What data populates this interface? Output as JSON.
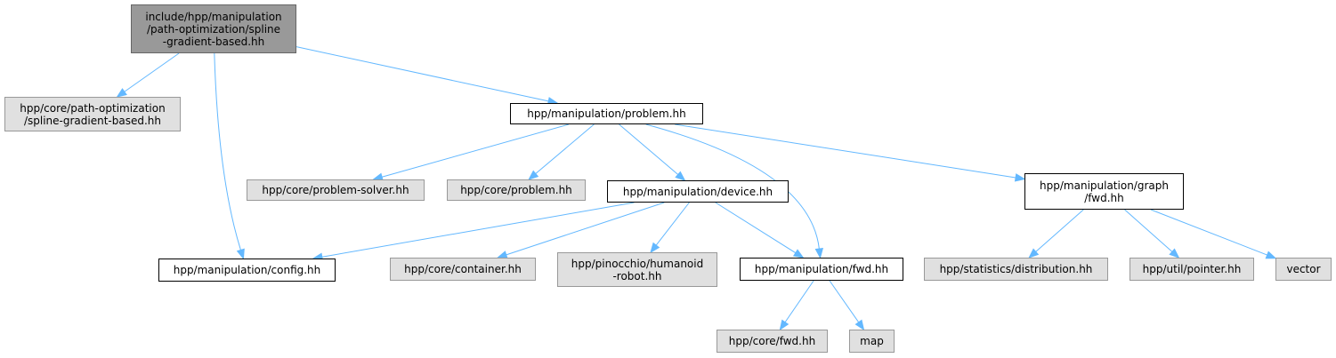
{
  "colors": {
    "edge": "#63b8ff",
    "root_fill": "#999999",
    "local_fill": "#ffffff",
    "external_fill": "#e0e0e0"
  },
  "nodes": {
    "root": "include/hpp/manipulation\n/path-optimization/spline\n-gradient-based.hh",
    "core_spline": "hpp/core/path-optimization\n/spline-gradient-based.hh",
    "problem": "hpp/manipulation/problem.hh",
    "config": "hpp/manipulation/config.hh",
    "problem_solver": "hpp/core/problem-solver.hh",
    "core_problem": "hpp/core/problem.hh",
    "device": "hpp/manipulation/device.hh",
    "graph_fwd": "hpp/manipulation/graph\n/fwd.hh",
    "container": "hpp/core/container.hh",
    "humanoid": "hpp/pinocchio/humanoid\n-robot.hh",
    "manip_fwd": "hpp/manipulation/fwd.hh",
    "distribution": "hpp/statistics/distribution.hh",
    "pointer": "hpp/util/pointer.hh",
    "vector": "vector",
    "core_fwd": "hpp/core/fwd.hh",
    "map": "map"
  },
  "edges": [
    [
      "root",
      "core_spline"
    ],
    [
      "root",
      "config"
    ],
    [
      "root",
      "problem"
    ],
    [
      "problem",
      "problem_solver"
    ],
    [
      "problem",
      "core_problem"
    ],
    [
      "problem",
      "device"
    ],
    [
      "problem",
      "manip_fwd"
    ],
    [
      "problem",
      "graph_fwd"
    ],
    [
      "device",
      "config"
    ],
    [
      "device",
      "container"
    ],
    [
      "device",
      "humanoid"
    ],
    [
      "device",
      "manip_fwd"
    ],
    [
      "graph_fwd",
      "distribution"
    ],
    [
      "graph_fwd",
      "pointer"
    ],
    [
      "graph_fwd",
      "vector"
    ],
    [
      "manip_fwd",
      "core_fwd"
    ],
    [
      "manip_fwd",
      "map"
    ]
  ]
}
